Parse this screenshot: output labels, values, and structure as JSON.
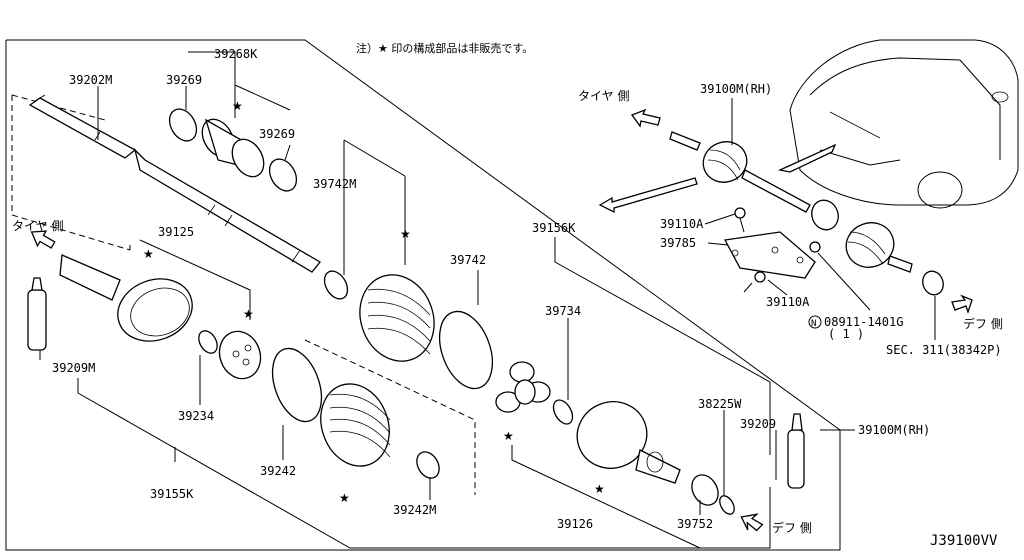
{
  "note": "注）★ 印の構成部品は非販売です。",
  "diagram_code": "J39100VV",
  "direction_labels": {
    "tire_left": "タイヤ 側",
    "tire_right": "タイヤ 側",
    "diff_right": "デフ 側",
    "diff_bottom": "デフ 側"
  },
  "parts": {
    "p39202M": "39202M",
    "p39269_a": "39269",
    "p39268K": "39268K",
    "p39269_b": "39269",
    "p39742M": "39742M",
    "p39125": "39125",
    "p39742": "39742",
    "p39156K": "39156K",
    "p39734": "39734",
    "p39209M": "39209M",
    "p39234": "39234",
    "p39155K": "39155K",
    "p39242": "39242",
    "p39242M": "39242M",
    "p38225W": "38225W",
    "p39209": "39209",
    "p39100M_main": "39100M(RH)",
    "p39126": "39126",
    "p39752": "39752",
    "p39100M_inset": "39100M(RH)",
    "p39110A_a": "39110A",
    "p39785": "39785",
    "p39110A_b": "39110A",
    "p08911": "08911-1401G",
    "p08911_qty": "( 1 )",
    "p08911_prefix": "N",
    "sec311": "SEC. 311(38342P)"
  }
}
